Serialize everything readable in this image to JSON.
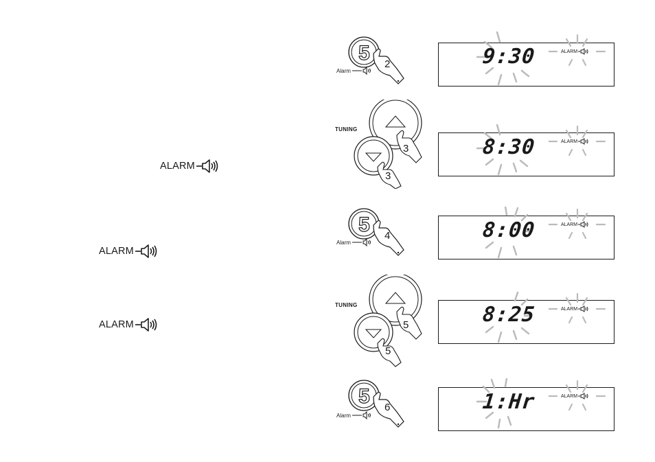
{
  "left_column": {
    "alarm_labels": [
      "ALARM",
      "ALARM",
      "ALARM"
    ]
  },
  "steps": [
    {
      "kind": "alarm-button",
      "button_label": "5",
      "finger_number": "2",
      "side_label": "Alarm",
      "display_text": "9:30",
      "display_alarm": "ALARM"
    },
    {
      "kind": "tuning",
      "tuning_label": "TUNING",
      "finger_number_up": "3",
      "finger_number_down": "3",
      "display_text": "8:30",
      "display_alarm": "ALARM"
    },
    {
      "kind": "alarm-button",
      "button_label": "5",
      "finger_number": "4",
      "side_label": "Alarm",
      "display_text": "8:00",
      "display_alarm": "ALARM"
    },
    {
      "kind": "tuning",
      "tuning_label": "TUNING",
      "finger_number_up": "5",
      "finger_number_down": "5",
      "display_text": "8:25",
      "display_alarm": "ALARM"
    },
    {
      "kind": "alarm-button",
      "button_label": "5",
      "finger_number": "6",
      "side_label": "Alarm",
      "display_text": "1:Hr",
      "display_alarm": "ALARM"
    }
  ],
  "icons": {
    "speaker": "speaker-icon",
    "finger": "pointing-hand-icon",
    "flash": "flash-rays-icon"
  }
}
